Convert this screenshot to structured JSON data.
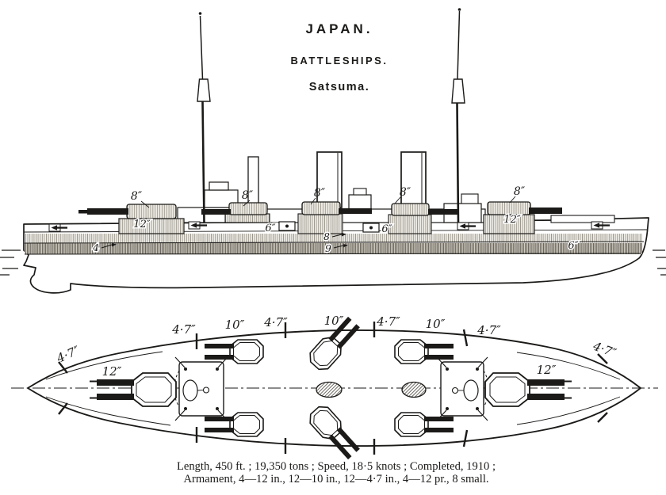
{
  "header": {
    "country": "JAPAN.",
    "category": "BATTLESHIPS.",
    "ship_name": "Satsuma."
  },
  "side_view": {
    "labels_8in": [
      "8″",
      "8″",
      "8″",
      "8″",
      "8″"
    ],
    "label_12in_fore": "12″",
    "label_12in_aft": "12″",
    "labels_6in": [
      "6″",
      "6″",
      "6″"
    ],
    "belt_labels": {
      "bow": "4",
      "upper": "8",
      "main": "9"
    }
  },
  "plan_view": {
    "labels_4_7in": [
      "4·7″",
      "4·7″",
      "4·7″",
      "4·7″",
      "4·7″",
      "4·7″"
    ],
    "labels_10in": [
      "10″",
      "10″",
      "10″"
    ],
    "label_12in_fore": "12″",
    "label_12in_aft": "12″"
  },
  "caption": {
    "line1": "Length, 450 ft. ; 19,350 tons ; Speed, 18·5 knots ; Completed, 1910 ;",
    "line2": "Armament, 4—12 in., 12—10 in., 12—4·7 in., 4—12 pr., 8 small."
  },
  "colors": {
    "ink": "#1b1a18",
    "paper": "#ffffff"
  }
}
